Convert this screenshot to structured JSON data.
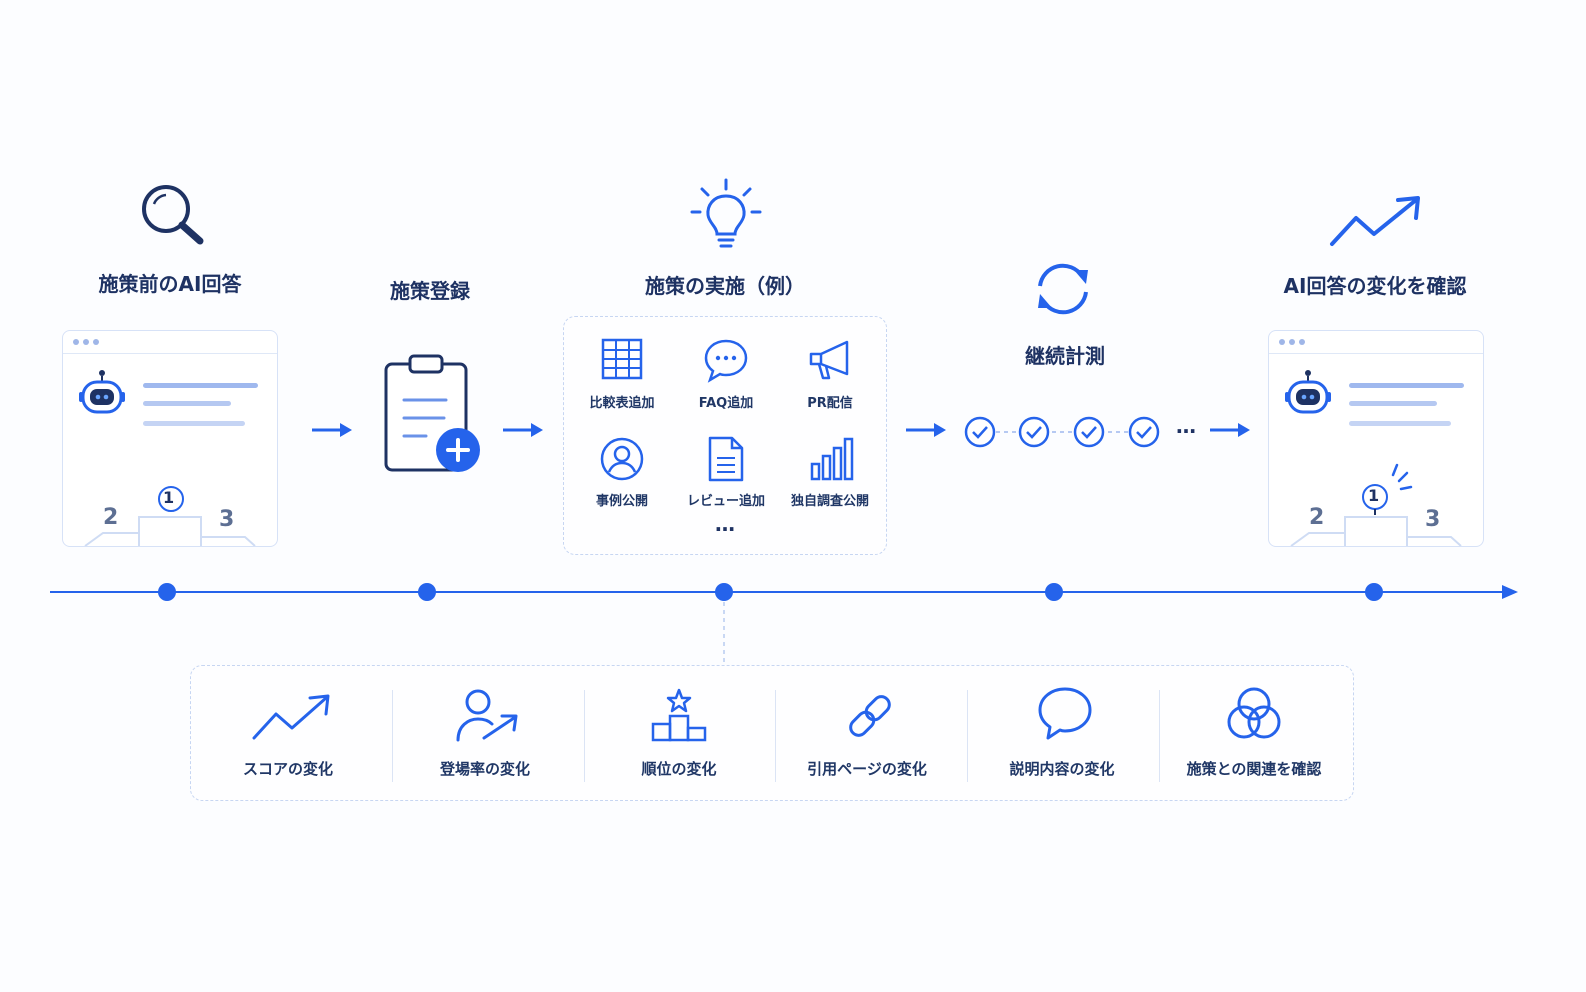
{
  "colors": {
    "accent": "#2563eb",
    "navy": "#1e3263",
    "soft": "#c7d6f2"
  },
  "stages": {
    "before": {
      "title": "施策前のAI回答",
      "rank1": "1",
      "rank2": "2",
      "rank3": "3"
    },
    "register": {
      "title": "施策登録"
    },
    "implement": {
      "title": "施策の実施（例）",
      "actions": [
        "比較表追加",
        "FAQ追加",
        "PR配信",
        "事例公開",
        "レビュー追加",
        "独自調査公開"
      ],
      "more": "…"
    },
    "measure": {
      "title": "継続計測",
      "more": "…"
    },
    "after": {
      "title": "AI回答の変化を確認",
      "rank1": "1",
      "rank2": "2",
      "rank3": "3"
    }
  },
  "metrics": [
    "スコアの変化",
    "登場率の変化",
    "順位の変化",
    "引用ページの変化",
    "説明内容の変化",
    "施策との関連を確認"
  ],
  "icons": [
    "search-icon",
    "clipboard-plus-icon",
    "lightbulb-icon",
    "refresh-icon",
    "trend-up-icon",
    "robot-icon",
    "table-icon",
    "chat-icon",
    "megaphone-icon",
    "user-icon",
    "document-icon",
    "bar-chart-icon",
    "check-icon",
    "person-arrow-icon",
    "podium-star-icon",
    "link-icon",
    "speech-bubble-icon",
    "venn-icon"
  ]
}
